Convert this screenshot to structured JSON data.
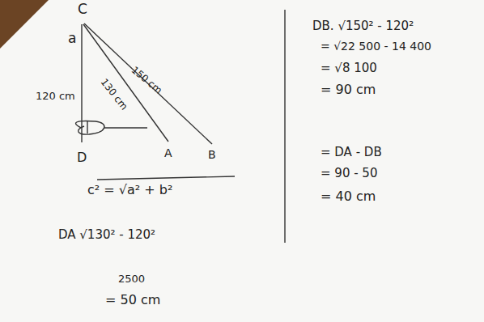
{
  "diagram": {
    "labels": [
      "a",
      "C",
      "120 cm",
      "130 cm",
      "150 cm",
      "D",
      "A",
      "B",
      "c² = √a² + b²",
      "DA √130² - 120²",
      "2500",
      "= 50 cm",
      "DB. √150² - 120²",
      "= √22 500 - 14 400",
      "= √8 100",
      "= 90 cm",
      "= DA - DB",
      "= 90 - 50",
      "= 40 cm"
    ]
  }
}
